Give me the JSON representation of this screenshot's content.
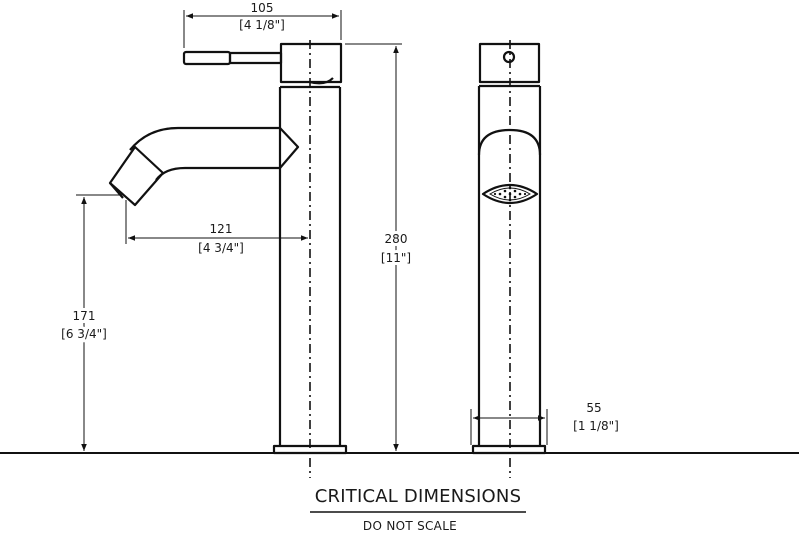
{
  "title": "CRITICAL DIMENSIONS",
  "subtitle": "DO NOT SCALE",
  "dimensions": {
    "handle_width": {
      "mm": "105",
      "inch": "[4 1/8\"]"
    },
    "spout_reach": {
      "mm": "121",
      "inch": "[4 3/4\"]"
    },
    "total_height": {
      "mm": "280",
      "inch": "[11\"]"
    },
    "spout_height": {
      "mm": "171",
      "inch": "[6 3/4\"]"
    },
    "base_width": {
      "mm": "55",
      "inch": "[1 1/8\"]"
    }
  }
}
